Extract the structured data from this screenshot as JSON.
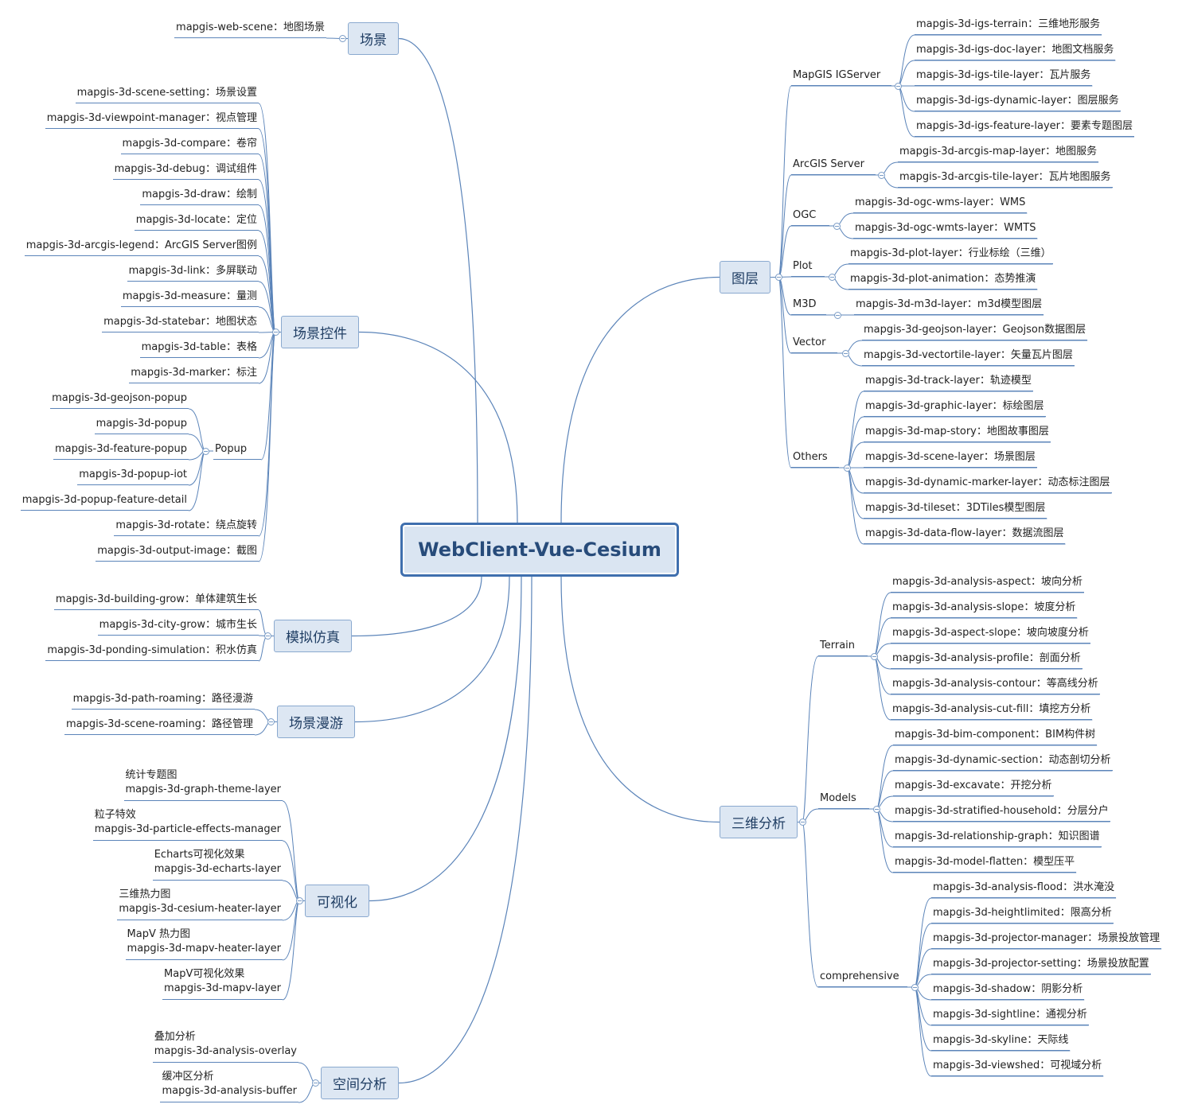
{
  "center": "WebClient-Vue-Cesium",
  "left": {
    "scene": {
      "label": "场景",
      "items": [
        "mapgis-web-scene：地图场景"
      ]
    },
    "scene_controls": {
      "label": "场景控件",
      "items": [
        "mapgis-3d-scene-setting：场景设置",
        "mapgis-3d-viewpoint-manager：视点管理",
        "mapgis-3d-compare：卷帘",
        "mapgis-3d-debug：调试组件",
        "mapgis-3d-draw：绘制",
        "mapgis-3d-locate：定位",
        "mapgis-3d-arcgis-legend：ArcGIS Server图例",
        "mapgis-3d-link：多屏联动",
        "mapgis-3d-measure：量测",
        "mapgis-3d-statebar：地图状态",
        "mapgis-3d-table：表格",
        "mapgis-3d-marker：标注",
        "mapgis-3d-rotate：绕点旋转",
        "mapgis-3d-output-image：截图"
      ],
      "popup": {
        "label": "Popup",
        "items": [
          "mapgis-3d-geojson-popup",
          "mapgis-3d-popup",
          "mapgis-3d-feature-popup",
          "mapgis-3d-popup-iot",
          "mapgis-3d-popup-feature-detail"
        ]
      }
    },
    "simulation": {
      "label": "模拟仿真",
      "items": [
        "mapgis-3d-building-grow：单体建筑生长",
        "mapgis-3d-city-grow：城市生长",
        "mapgis-3d-ponding-simulation：积水仿真"
      ]
    },
    "roaming": {
      "label": "场景漫游",
      "items": [
        "mapgis-3d-path-roaming：路径漫游",
        "mapgis-3d-scene-roaming：路径管理"
      ]
    },
    "visualization": {
      "label": "可视化",
      "items": [
        {
          "cn": "统计专题图",
          "en": "mapgis-3d-graph-theme-layer"
        },
        {
          "cn": "粒子特效",
          "en": "mapgis-3d-particle-effects-manager"
        },
        {
          "cn": "Echarts可视化效果",
          "en": "mapgis-3d-echarts-layer"
        },
        {
          "cn": "三维热力图",
          "en": "mapgis-3d-cesium-heater-layer"
        },
        {
          "cn": "MapV 热力图",
          "en": "mapgis-3d-mapv-heater-layer"
        },
        {
          "cn": "MapV可视化效果",
          "en": "mapgis-3d-mapv-layer"
        }
      ]
    },
    "spatial": {
      "label": "空间分析",
      "items": [
        {
          "cn": "叠加分析",
          "en": "mapgis-3d-analysis-overlay"
        },
        {
          "cn": "缓冲区分析",
          "en": "mapgis-3d-analysis-buffer"
        }
      ]
    }
  },
  "right": {
    "layers": {
      "label": "图层",
      "groups": [
        {
          "label": "MapGIS IGServer",
          "items": [
            "mapgis-3d-igs-terrain：三维地形服务",
            "mapgis-3d-igs-doc-layer：地图文档服务",
            "mapgis-3d-igs-tile-layer：瓦片服务",
            "mapgis-3d-igs-dynamic-layer：图层服务",
            "mapgis-3d-igs-feature-layer：要素专题图层"
          ]
        },
        {
          "label": "ArcGIS Server",
          "items": [
            "mapgis-3d-arcgis-map-layer：地图服务",
            "mapgis-3d-arcgis-tile-layer：瓦片地图服务"
          ]
        },
        {
          "label": "OGC",
          "items": [
            "mapgis-3d-ogc-wms-layer：WMS",
            "mapgis-3d-ogc-wmts-layer：WMTS"
          ]
        },
        {
          "label": "Plot",
          "items": [
            "mapgis-3d-plot-layer：行业标绘（三维）",
            "mapgis-3d-plot-animation：态势推演"
          ]
        },
        {
          "label": "M3D",
          "items": [
            "mapgis-3d-m3d-layer：m3d模型图层"
          ]
        },
        {
          "label": "Vector",
          "items": [
            "mapgis-3d-geojson-layer：Geojson数据图层",
            "mapgis-3d-vectortile-layer：矢量瓦片图层"
          ]
        },
        {
          "label": "Others",
          "items": [
            "mapgis-3d-track-layer：轨迹模型",
            "mapgis-3d-graphic-layer：标绘图层",
            "mapgis-3d-map-story：地图故事图层",
            "mapgis-3d-scene-layer：场景图层",
            "mapgis-3d-dynamic-marker-layer：动态标注图层",
            "mapgis-3d-tileset：3DTiles模型图层",
            "mapgis-3d-data-flow-layer：数据流图层"
          ]
        }
      ]
    },
    "analysis": {
      "label": "三维分析",
      "groups": [
        {
          "label": "Terrain",
          "items": [
            "mapgis-3d-analysis-aspect：坡向分析",
            "mapgis-3d-analysis-slope：坡度分析",
            "mapgis-3d-aspect-slope：坡向坡度分析",
            "mapgis-3d-analysis-profile：剖面分析",
            "mapgis-3d-analysis-contour：等高线分析",
            "mapgis-3d-analysis-cut-fill：填挖方分析"
          ]
        },
        {
          "label": "Models",
          "items": [
            "mapgis-3d-bim-component：BIM构件树",
            "mapgis-3d-dynamic-section：动态剖切分析",
            "mapgis-3d-excavate：开挖分析",
            "mapgis-3d-stratified-household：分层分户",
            "mapgis-3d-relationship-graph：知识图谱",
            "mapgis-3d-model-flatten：模型压平"
          ]
        },
        {
          "label": "comprehensive",
          "items": [
            "mapgis-3d-analysis-flood：洪水淹没",
            "mapgis-3d-heightlimited：限高分析",
            "mapgis-3d-projector-manager：场景投放管理",
            "mapgis-3d-projector-setting：场景投放配置",
            "mapgis-3d-shadow：阴影分析",
            "mapgis-3d-sightline：通视分析",
            "mapgis-3d-skyline：天际线",
            "mapgis-3d-viewshed：可视域分析"
          ]
        }
      ]
    }
  }
}
